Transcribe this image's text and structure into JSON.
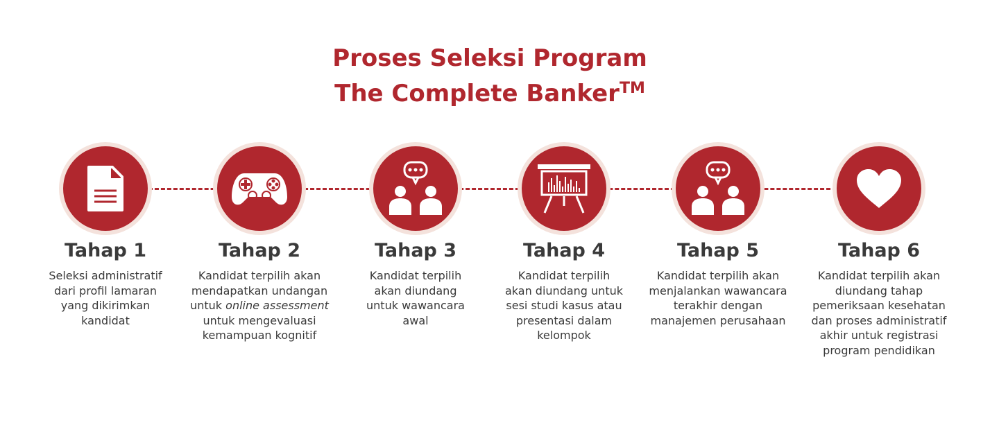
{
  "title": {
    "line1": "Proses Seleksi Program",
    "line2": "The Complete Banker",
    "trademark": "TM"
  },
  "colors": {
    "accent": "#b0272e",
    "halo": "#f4e2dc",
    "text": "#3a3a3a"
  },
  "steps": [
    {
      "title": "Tahap 1",
      "icon": "document-icon",
      "desc": [
        "Seleksi administratif",
        "dari profil lamaran",
        "yang dikirimkan",
        "kandidat"
      ]
    },
    {
      "title": "Tahap 2",
      "icon": "gamepad-icon",
      "desc": [
        "Kandidat terpilih akan",
        "mendapatkan undangan",
        "untuk ",
        "online assessment",
        "untuk mengevaluasi",
        "kemampuan kognitif"
      ]
    },
    {
      "title": "Tahap 3",
      "icon": "conversation-icon",
      "desc": [
        "Kandidat terpilih",
        "akan diundang",
        "untuk wawancara",
        "awal"
      ]
    },
    {
      "title": "Tahap 4",
      "icon": "presentation-board-icon",
      "desc": [
        "Kandidat terpilih",
        "akan diundang untuk",
        "sesi studi kasus atau",
        "presentasi dalam",
        "kelompok"
      ]
    },
    {
      "title": "Tahap 5",
      "icon": "conversation-icon",
      "desc": [
        "Kandidat terpilih akan",
        "menjalankan wawancara",
        "terakhir dengan",
        "manajemen perusahaan"
      ]
    },
    {
      "title": "Tahap 6",
      "icon": "heart-icon",
      "desc": [
        "Kandidat terpilih akan",
        "diundang tahap",
        "pemeriksaan kesehatan",
        "dan proses administratif",
        "akhir untuk registrasi",
        "program pendidikan"
      ]
    }
  ]
}
